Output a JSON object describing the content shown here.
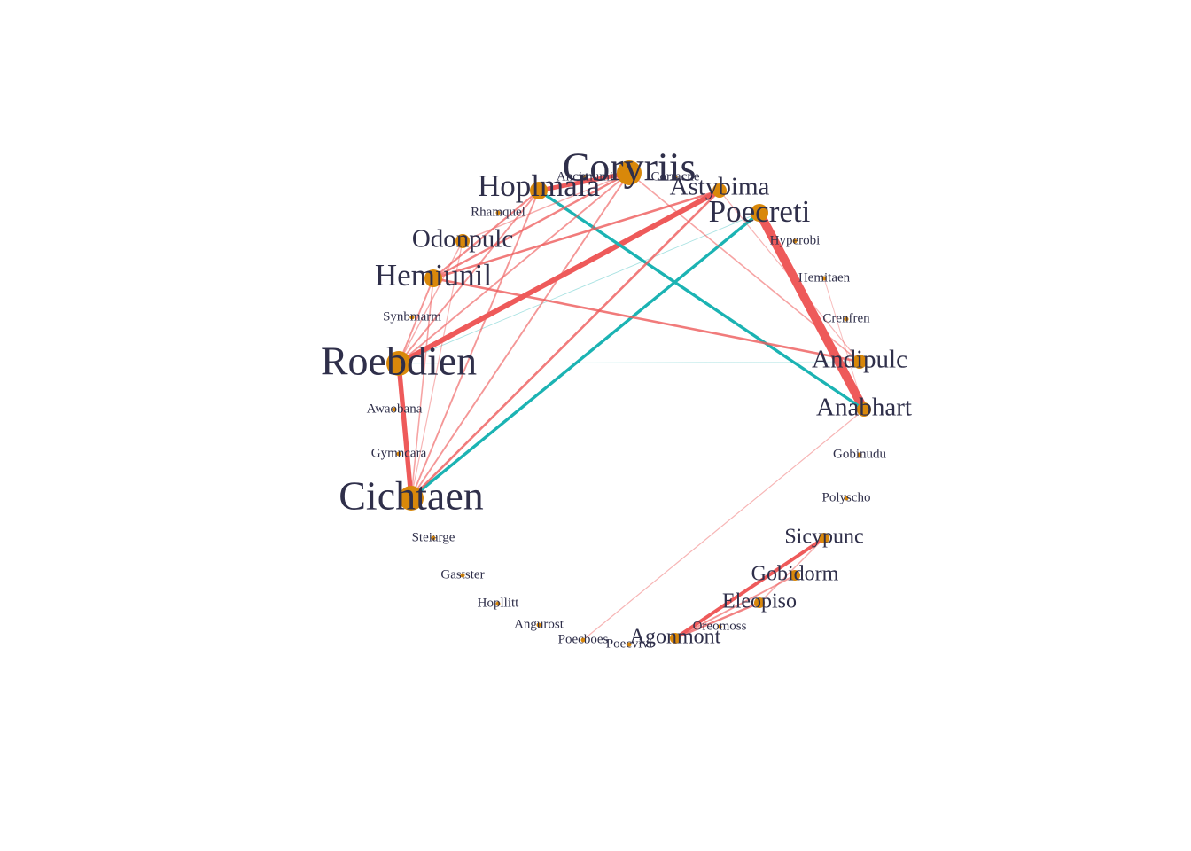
{
  "colors": {
    "node": "#d9880a",
    "label": "#2f2f4a",
    "edge_positive": "#ee5a5a",
    "edge_negative": "#1bb3b3"
  },
  "nodes": [
    {
      "id": "coryriis",
      "label": "Coryriis",
      "size": "xlarge"
    },
    {
      "id": "corracne",
      "label": "Corracne",
      "size": "tiny"
    },
    {
      "id": "astybima",
      "label": "Astybima",
      "size": "medium"
    },
    {
      "id": "poecreti",
      "label": "Poecreti",
      "size": "large"
    },
    {
      "id": "hyperobi",
      "label": "Hyperobi",
      "size": "tiny"
    },
    {
      "id": "hemitaen",
      "label": "Hemitaen",
      "size": "tiny"
    },
    {
      "id": "crenfren",
      "label": "Crenfren",
      "size": "tiny"
    },
    {
      "id": "andipulc",
      "label": "Andipulc",
      "size": "medium"
    },
    {
      "id": "anabhart",
      "label": "Anabhart",
      "size": "medium"
    },
    {
      "id": "gobinudu",
      "label": "Gobinudu",
      "size": "tiny"
    },
    {
      "id": "polyscho",
      "label": "Polyscho",
      "size": "tiny"
    },
    {
      "id": "sicypunc",
      "label": "Sicypunc",
      "size": "small"
    },
    {
      "id": "gobidorm",
      "label": "Gobidorm",
      "size": "small"
    },
    {
      "id": "eleopiso",
      "label": "Eleopiso",
      "size": "small"
    },
    {
      "id": "oreomoss",
      "label": "Oreomoss",
      "size": "tiny"
    },
    {
      "id": "agonmont",
      "label": "Agonmont",
      "size": "small"
    },
    {
      "id": "poecvivi",
      "label": "Poecvivi",
      "size": "tiny"
    },
    {
      "id": "poecboes",
      "label": "Poecboes",
      "size": "tiny"
    },
    {
      "id": "angurost",
      "label": "Angurost",
      "size": "tiny"
    },
    {
      "id": "hopllitt",
      "label": "Hopllitt",
      "size": "tiny"
    },
    {
      "id": "gastster",
      "label": "Gastster",
      "size": "tiny"
    },
    {
      "id": "steiarge",
      "label": "Steiarge",
      "size": "tiny"
    },
    {
      "id": "cichtaen",
      "label": "Cichtaen",
      "size": "xlarge"
    },
    {
      "id": "gymncara",
      "label": "Gymncara",
      "size": "tiny"
    },
    {
      "id": "awaobana",
      "label": "Awaobana",
      "size": "tiny"
    },
    {
      "id": "roebdien",
      "label": "Roebdien",
      "size": "xlarge"
    },
    {
      "id": "synbmarm",
      "label": "Synbmarm",
      "size": "tiny"
    },
    {
      "id": "hemiunil",
      "label": "Hemiunil",
      "size": "large"
    },
    {
      "id": "odonpulc",
      "label": "Odonpulc",
      "size": "medium"
    },
    {
      "id": "rhamquel",
      "label": "Rhamquel",
      "size": "tiny"
    },
    {
      "id": "hoplmala",
      "label": "Hoplmala",
      "size": "large"
    },
    {
      "id": "ancimumi",
      "label": "Ancimumi",
      "size": "tiny"
    }
  ],
  "edges": [
    {
      "source": "poecreti",
      "target": "anabhart",
      "weight": 0.95,
      "sign": "positive"
    },
    {
      "source": "roebdien",
      "target": "astybima",
      "weight": 0.55,
      "sign": "positive"
    },
    {
      "source": "roebdien",
      "target": "cichtaen",
      "weight": 0.5,
      "sign": "positive"
    },
    {
      "source": "hoplmala",
      "target": "coryriis",
      "weight": 0.45,
      "sign": "positive"
    },
    {
      "source": "agonmont",
      "target": "sicypunc",
      "weight": 0.35,
      "sign": "positive"
    },
    {
      "source": "agonmont",
      "target": "eleopiso",
      "weight": 0.2,
      "sign": "positive"
    },
    {
      "source": "agonmont",
      "target": "gobidorm",
      "weight": 0.15,
      "sign": "positive"
    },
    {
      "source": "eleopiso",
      "target": "sicypunc",
      "weight": 0.1,
      "sign": "positive"
    },
    {
      "source": "hoplmala",
      "target": "anabhart",
      "weight": 0.3,
      "sign": "negative"
    },
    {
      "source": "cichtaen",
      "target": "poecreti",
      "weight": 0.3,
      "sign": "negative"
    },
    {
      "source": "roebdien",
      "target": "poecreti",
      "weight": 0.05,
      "sign": "negative"
    },
    {
      "source": "roebdien",
      "target": "andipulc",
      "weight": 0.02,
      "sign": "negative"
    },
    {
      "source": "cichtaen",
      "target": "astybima",
      "weight": 0.22,
      "sign": "positive"
    },
    {
      "source": "cichtaen",
      "target": "coryriis",
      "weight": 0.15,
      "sign": "positive"
    },
    {
      "source": "cichtaen",
      "target": "hoplmala",
      "weight": 0.15,
      "sign": "positive"
    },
    {
      "source": "cichtaen",
      "target": "hemiunil",
      "weight": 0.12,
      "sign": "positive"
    },
    {
      "source": "cichtaen",
      "target": "odonpulc",
      "weight": 0.08,
      "sign": "positive"
    },
    {
      "source": "hemiunil",
      "target": "astybima",
      "weight": 0.22,
      "sign": "positive"
    },
    {
      "source": "hemiunil",
      "target": "coryriis",
      "weight": 0.2,
      "sign": "positive"
    },
    {
      "source": "hemiunil",
      "target": "hoplmala",
      "weight": 0.18,
      "sign": "positive"
    },
    {
      "source": "hemiunil",
      "target": "andipulc",
      "weight": 0.22,
      "sign": "positive"
    },
    {
      "source": "hemiunil",
      "target": "roebdien",
      "weight": 0.15,
      "sign": "positive"
    },
    {
      "source": "roebdien",
      "target": "coryriis",
      "weight": 0.15,
      "sign": "positive"
    },
    {
      "source": "roebdien",
      "target": "hoplmala",
      "weight": 0.15,
      "sign": "positive"
    },
    {
      "source": "roebdien",
      "target": "odonpulc",
      "weight": 0.1,
      "sign": "positive"
    },
    {
      "source": "odonpulc",
      "target": "coryriis",
      "weight": 0.1,
      "sign": "positive"
    },
    {
      "source": "coryriis",
      "target": "andipulc",
      "weight": 0.12,
      "sign": "positive"
    },
    {
      "source": "astybima",
      "target": "andipulc",
      "weight": 0.08,
      "sign": "positive"
    },
    {
      "source": "hemitaen",
      "target": "anabhart",
      "weight": 0.06,
      "sign": "positive"
    },
    {
      "source": "anabhart",
      "target": "poecboes",
      "weight": 0.08,
      "sign": "positive"
    }
  ]
}
